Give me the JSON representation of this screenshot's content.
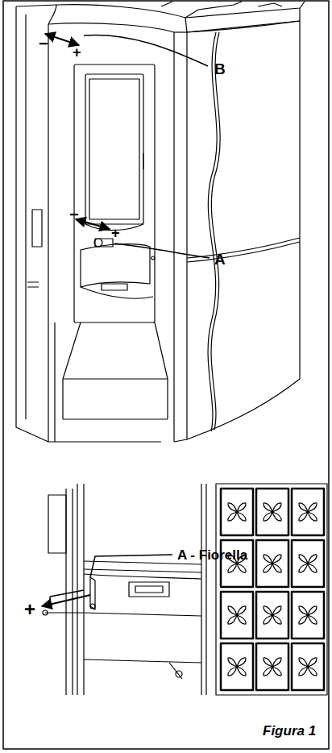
{
  "diagram": {
    "caption": "Figura 1",
    "labels": [
      "−",
      "+",
      "B",
      "−",
      "+",
      "A",
      "A - Fiorella",
      "+"
    ]
  }
}
